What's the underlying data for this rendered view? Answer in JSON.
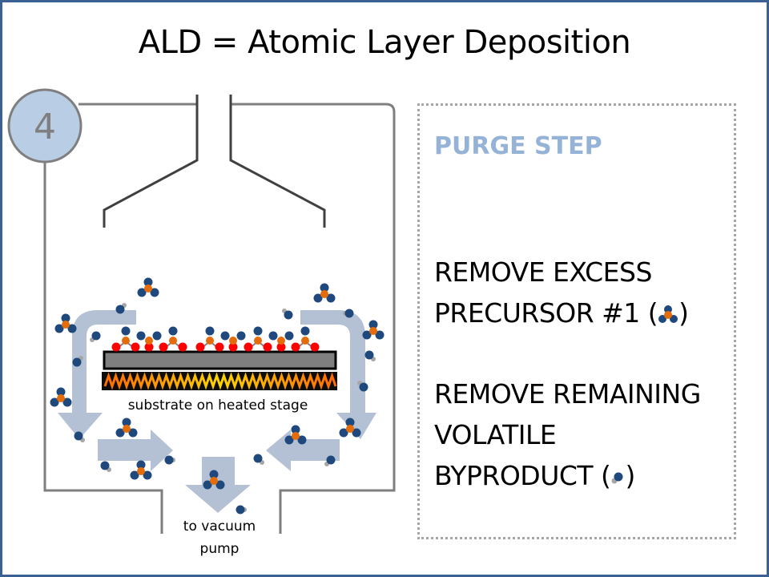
{
  "title": "ALD = Atomic Layer Deposition",
  "step": {
    "number": "4",
    "badge_fill": "#b9cde5",
    "badge_stroke": "#7f7f7f"
  },
  "diagram": {
    "stage_label": "substrate on heated stage",
    "pump_label_line1": "to vacuum",
    "pump_label_line2": "pump",
    "colors": {
      "chamber_wall": "#7f7f7f",
      "inlet": "#404040",
      "flow_arrow": "#b4c0d3",
      "substrate": "#7f7f7f",
      "heater_bg": "#0d0d0d",
      "molecule_outer": "#1f497d",
      "molecule_center": "#e46c0a",
      "surface_oxygen": "#ff0000",
      "byproduct_small": "#a6a6a6"
    },
    "icons": {
      "precursor": "precursor-molecule-icon",
      "byproduct": "byproduct-molecule-icon",
      "heater": "heater-coil-icon",
      "flow": "flow-arrow-icon"
    }
  },
  "panel": {
    "heading": "PURGE STEP",
    "heading_color": "#95b3d7",
    "item1_line1": "REMOVE EXCESS",
    "item1_line2_prefix": "PRECURSOR #1 (",
    "item1_line2_suffix": ")",
    "item2_line1": "REMOVE REMAINING",
    "item2_line2": "VOLATILE",
    "item2_line3_prefix": "BYPRODUCT (",
    "item2_line3_suffix": ")"
  }
}
